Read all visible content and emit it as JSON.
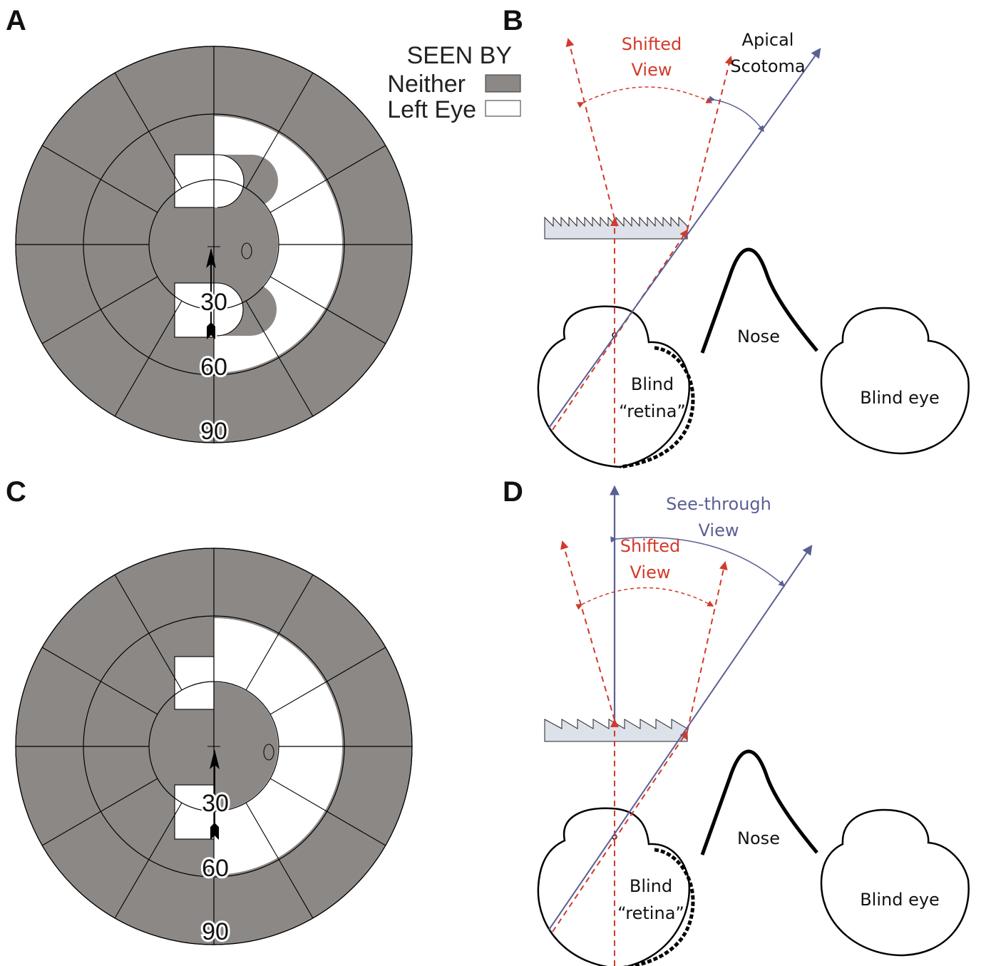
{
  "colors": {
    "neither": "#8c8886",
    "left_eye": "#ffffff",
    "red": "#d23a2a",
    "blue": "#5a5f94",
    "prism": "#dde1ea"
  },
  "panels": {
    "A": {
      "letter": "A",
      "ecc_labels": [
        "30",
        "60",
        "90"
      ]
    },
    "B": {
      "letter": "B",
      "shifted_view": [
        "Shifted",
        "View"
      ],
      "apical_scotoma": [
        "Apical",
        "Scotoma"
      ],
      "nose": "Nose",
      "blind_retina": [
        "Blind",
        "“retina”"
      ],
      "blind_eye": "Blind eye"
    },
    "C": {
      "letter": "C",
      "ecc_labels": [
        "30",
        "60",
        "90"
      ]
    },
    "D": {
      "letter": "D",
      "see_through_view": [
        "See-through",
        "View"
      ],
      "shifted_view": [
        "Shifted",
        "View"
      ],
      "nose": "Nose",
      "blind_retina": [
        "Blind",
        "“retina”"
      ],
      "blind_eye": "Blind eye"
    }
  },
  "legend": {
    "title": "SEEN BY",
    "items": [
      {
        "label": "Neither",
        "color": "#8c8886"
      },
      {
        "label": "Left Eye",
        "color": "#ffffff"
      }
    ]
  }
}
